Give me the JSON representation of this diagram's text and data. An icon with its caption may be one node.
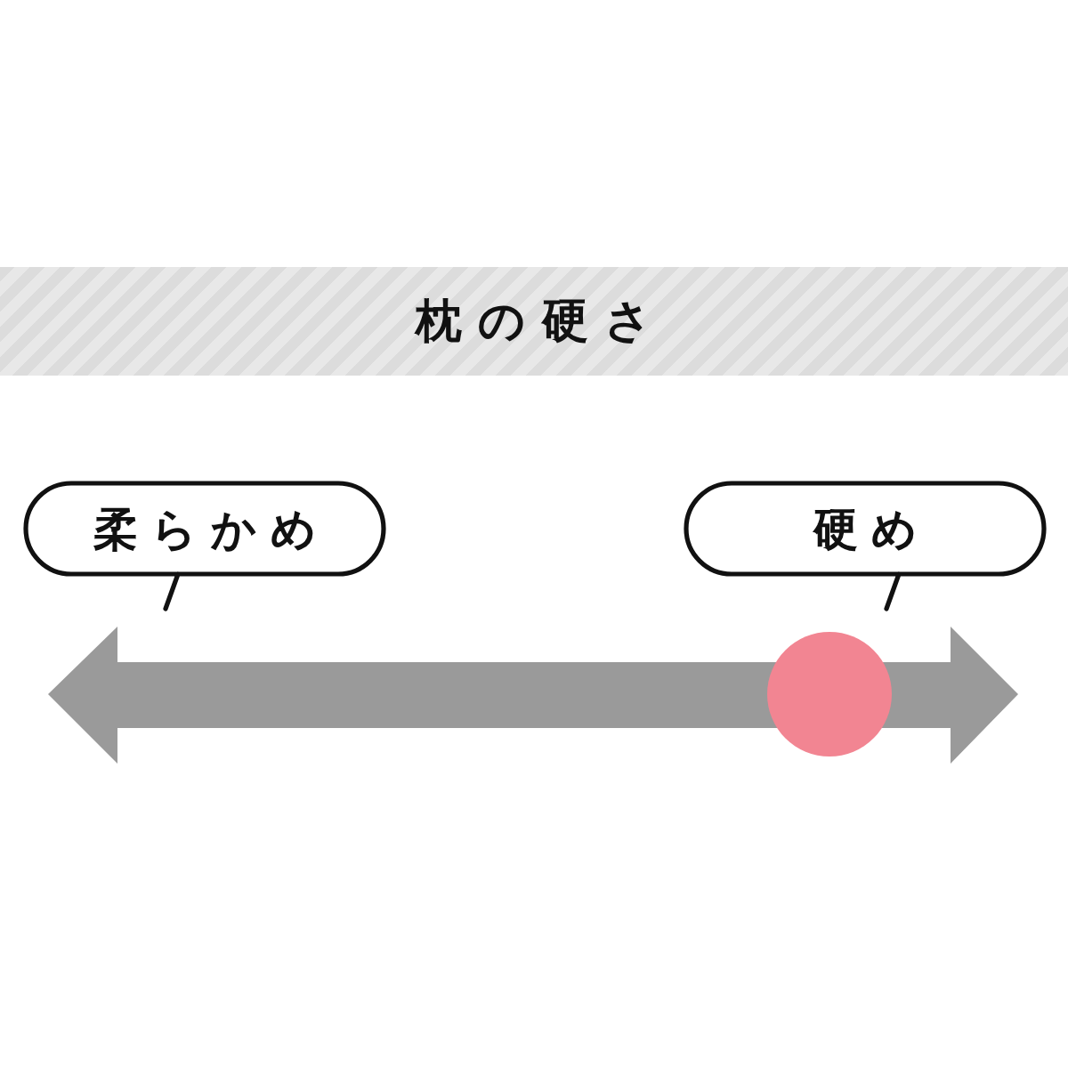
{
  "diagram": {
    "title": "枕の硬さ",
    "nodes": [
      {
        "text": [
          "柔らかめ"
        ]
      },
      {
        "text": [
          "硬め"
        ]
      }
    ]
  }
}
